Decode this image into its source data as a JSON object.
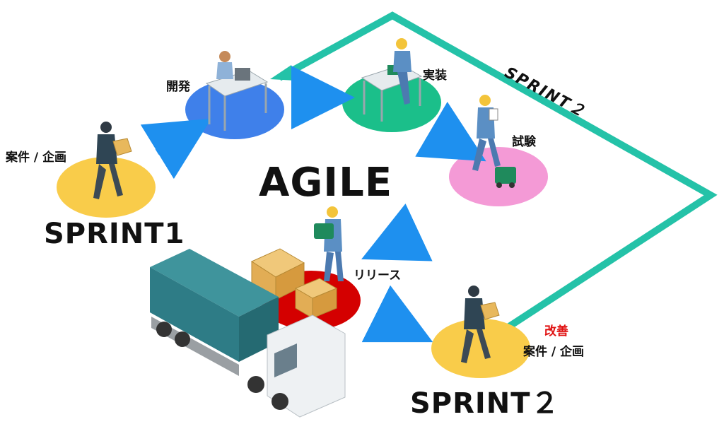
{
  "labels": {
    "kaihatsu": "開発",
    "jissou": "実装",
    "shiken": "試験",
    "release": "リリース",
    "anken1": "案件 / 企画",
    "anken2": "案件 / 企画",
    "kaizen": "改善",
    "sprint1": "SPRINT1",
    "sprint2_bottom": "SPRINT２",
    "sprint2_path": "SPRINT２",
    "agile": "AGILE"
  },
  "colors": {
    "yellow": "#f9cc4a",
    "blue": "#3f80ea",
    "green": "#1bbf8a",
    "pink": "#f49ad6",
    "red": "#d40000",
    "teal": "#24c2a8",
    "arrow": "#1e90ef",
    "container": "#2e7c86",
    "box": "#e8b85c"
  }
}
